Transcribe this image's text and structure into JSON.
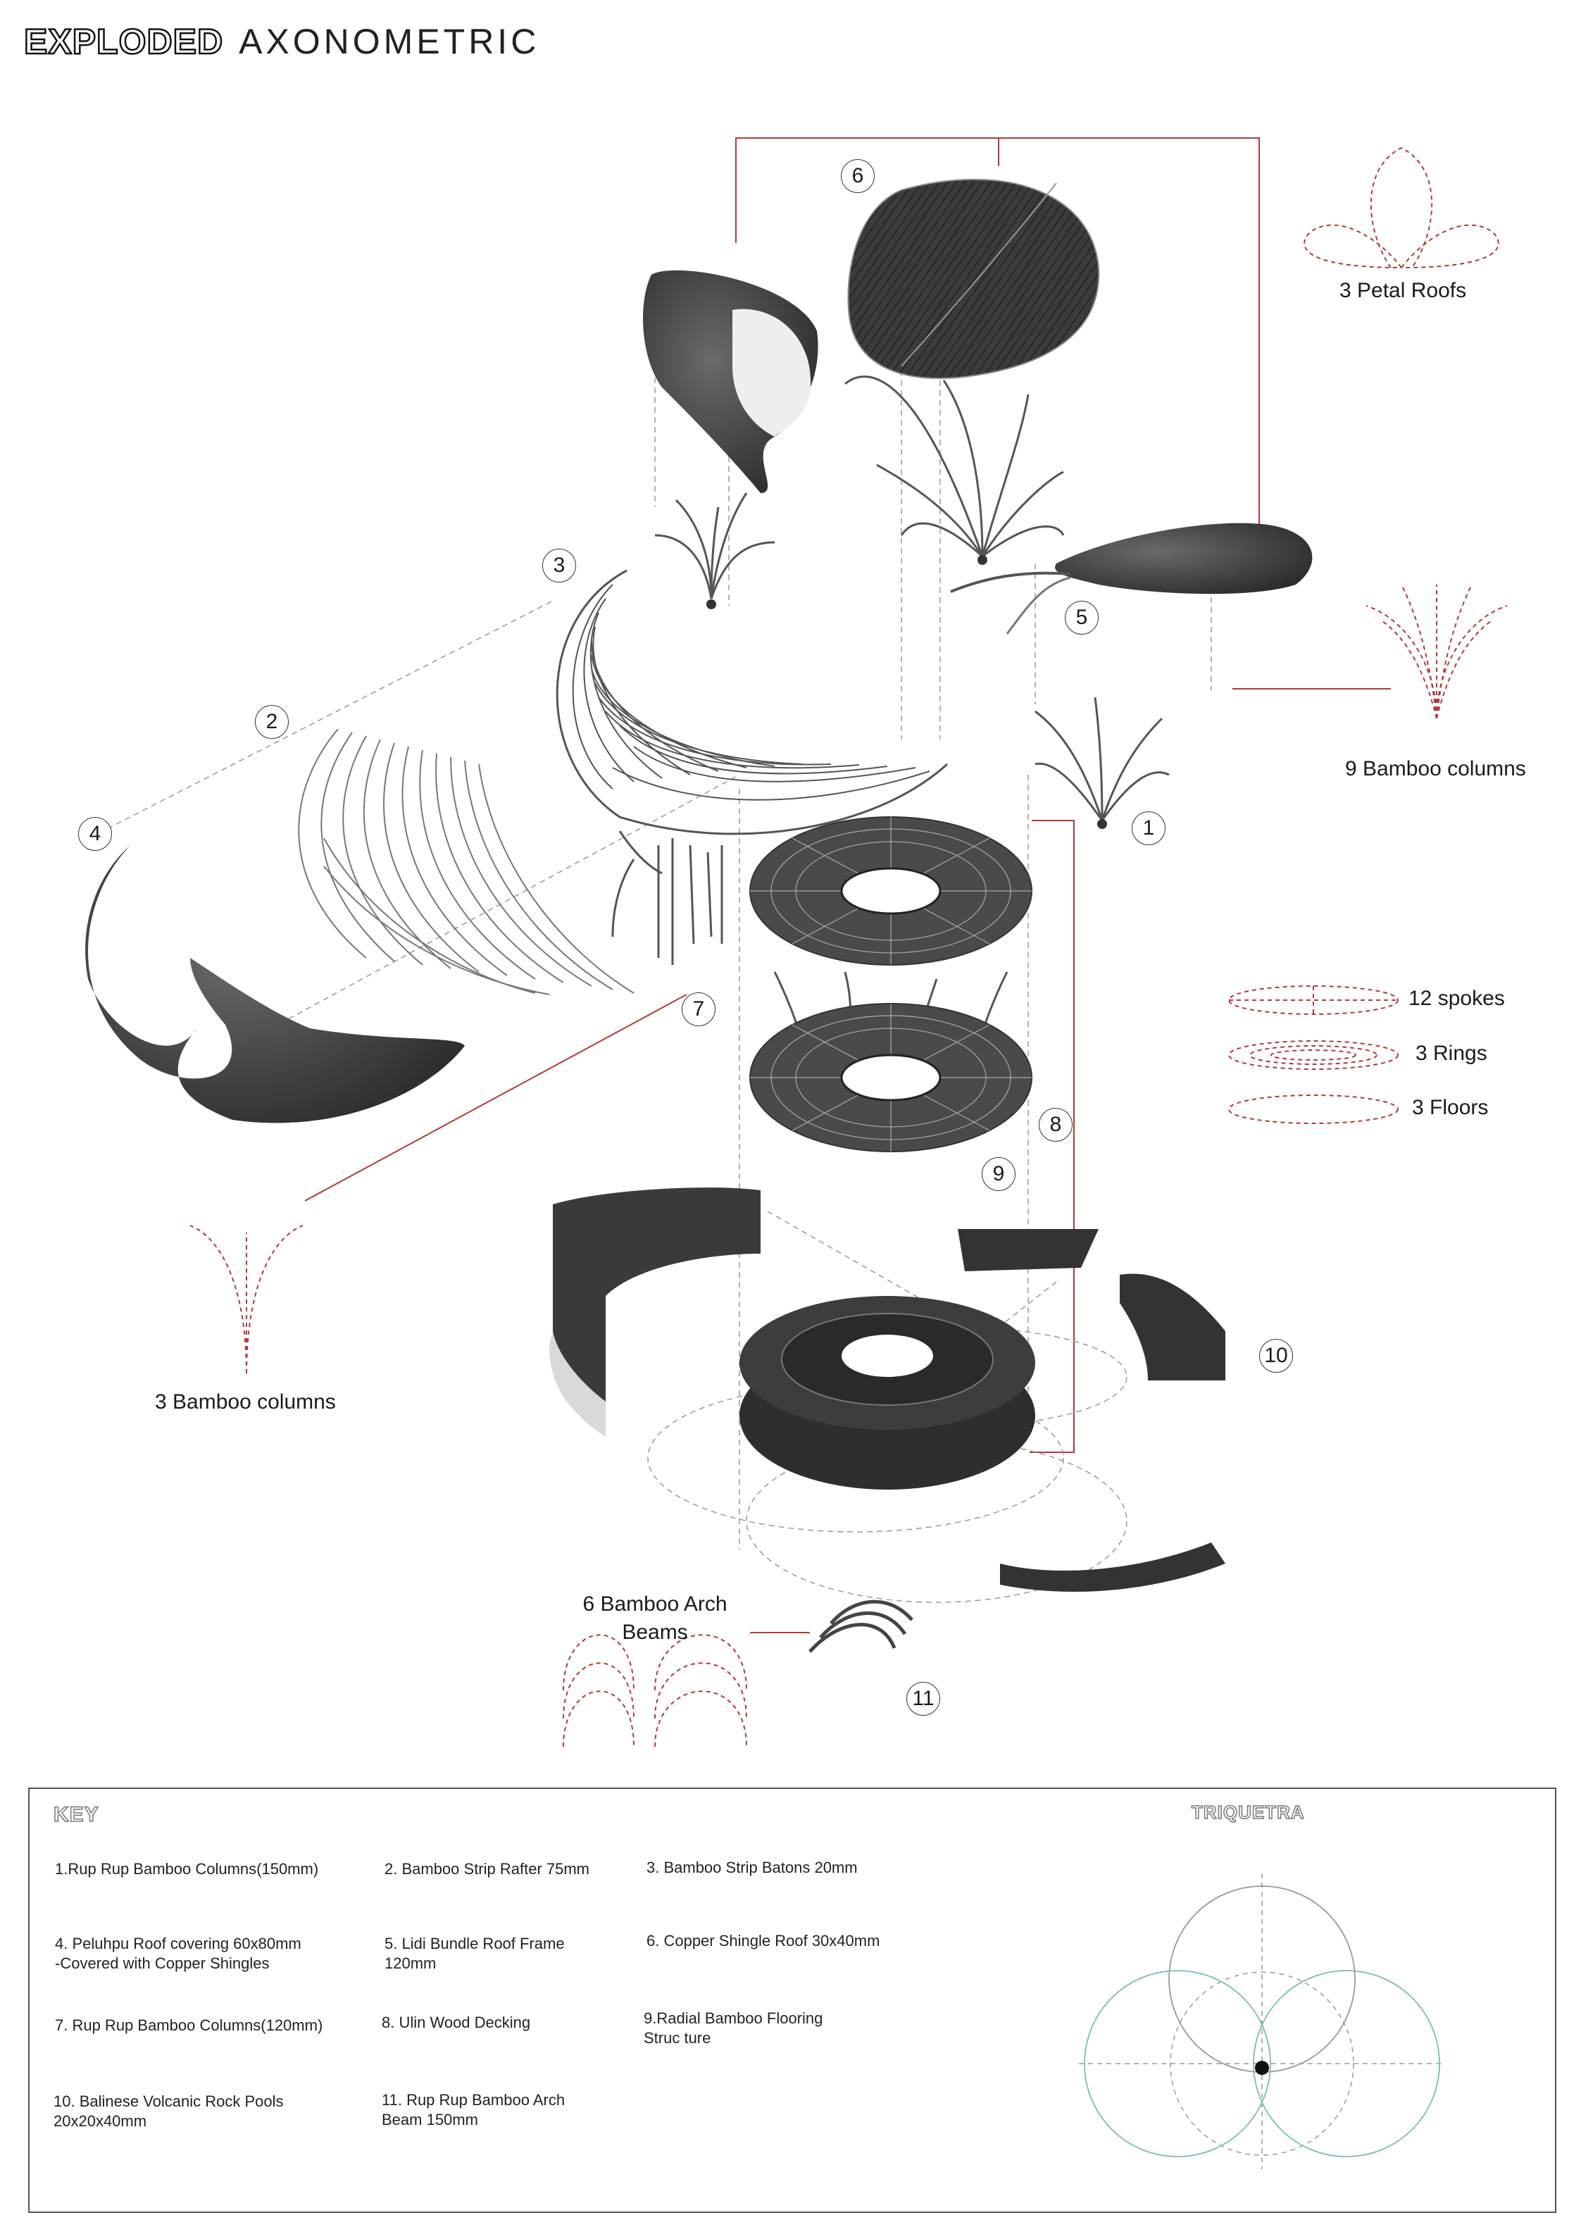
{
  "header": {
    "title_outline": "EXPLODED",
    "title_plain": "AXONOMETRIC"
  },
  "callouts": [
    "1",
    "2",
    "3",
    "4",
    "5",
    "6",
    "7",
    "8",
    "9",
    "10",
    "11"
  ],
  "legend_labels": {
    "petal_roofs": "3 Petal Roofs",
    "nine_columns": "9 Bamboo columns",
    "three_columns": "3 Bamboo columns",
    "spokes": "12 spokes",
    "rings": "3 Rings",
    "floors": "3 Floors",
    "arch_beams": "6 Bamboo Arch Beams"
  },
  "key": {
    "title": "KEY",
    "items": [
      "1.Rup Rup Bamboo Columns(150mm)",
      "2. Bamboo Strip Rafter 75mm",
      "3. Bamboo Strip Batons 20mm",
      "4. Peluhpu Roof covering 60x80mm\n-Covered with Copper Shingles",
      "5. Lidi Bundle Roof Frame\n120mm",
      "6. Copper Shingle Roof 30x40mm",
      "7. Rup Rup Bamboo Columns(120mm)",
      "8. Ulin Wood Decking",
      "9.Radial Bamboo Flooring\nStruc ture",
      "10. Balinese Volcanic Rock Pools\n20x20x40mm",
      "11. Rup Rup Bamboo Arch\nBeam 150mm"
    ]
  },
  "triquetra": {
    "title": "TRIQUETRA"
  },
  "colors": {
    "accent_red": "#b03a3a",
    "teal": "#7bbfa8",
    "grey": "#999999"
  }
}
